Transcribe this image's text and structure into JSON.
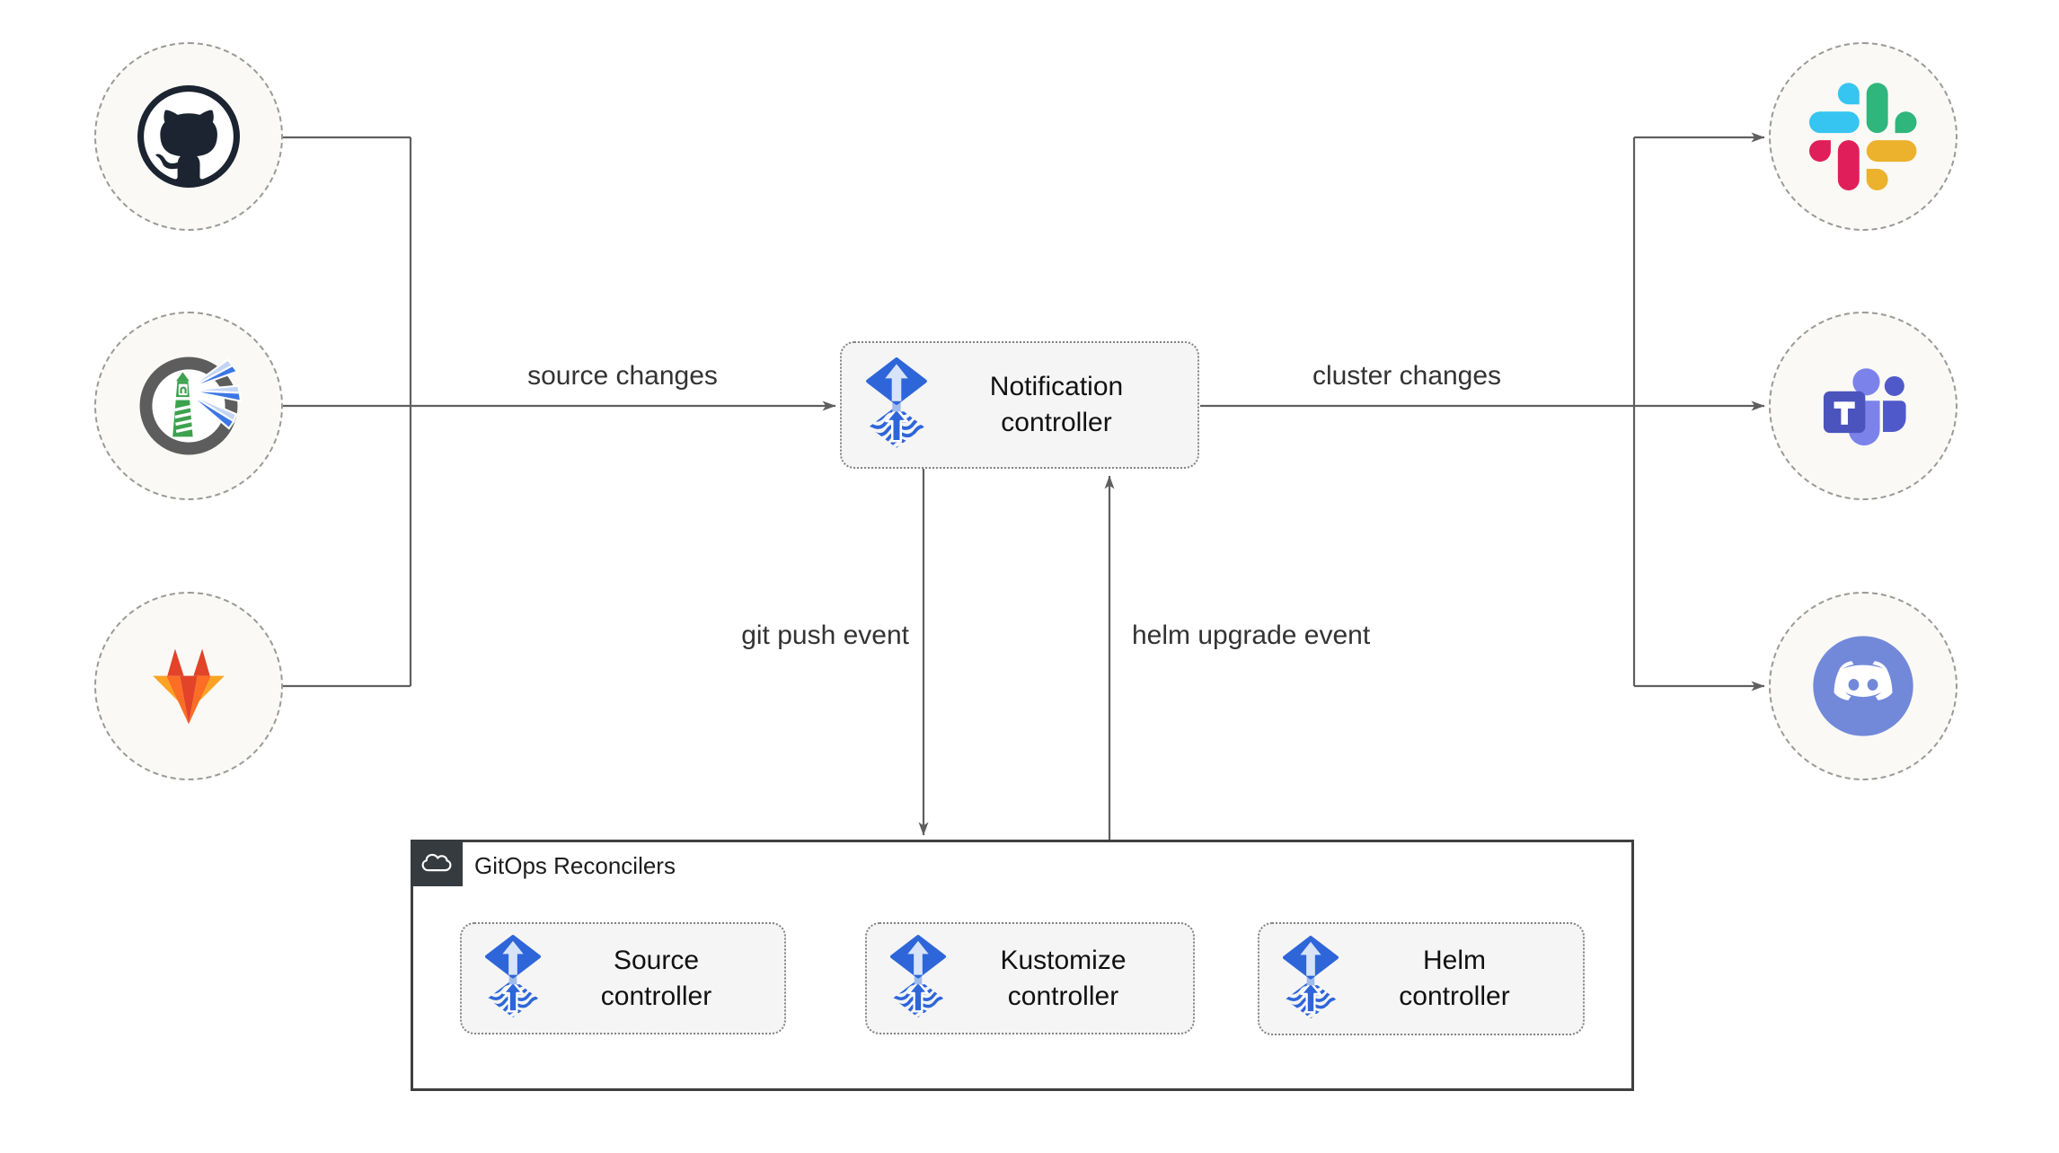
{
  "diagram_type": "flux-notification-architecture",
  "nodes": {
    "notification": {
      "label": "Notification controller",
      "icon": "flux-icon"
    },
    "source": {
      "label": "Source controller",
      "icon": "flux-icon"
    },
    "kustomize": {
      "label": "Kustomize controller",
      "icon": "flux-icon"
    },
    "helm": {
      "label": "Helm controller",
      "icon": "flux-icon"
    }
  },
  "group": {
    "title": "GitOps Reconcilers",
    "icon": "cloud-icon"
  },
  "edges": {
    "source_changes": "source changes",
    "cluster_changes": "cluster changes",
    "git_push": "git push event",
    "helm_upgrade": "helm upgrade event"
  },
  "icons": {
    "sources": [
      "github-icon",
      "harbor-icon",
      "gitlab-icon"
    ],
    "destinations": [
      "slack-icon",
      "teams-icon",
      "discord-icon"
    ]
  },
  "palette": {
    "flux_blue": "#2e66d9",
    "flux_arrow_light": "#d7e3f8",
    "wire_gray": "#5f5f5f",
    "box_fill": "#f5f5f5",
    "circle_fill": "#faf9f5",
    "circle_border": "#9a9a9a",
    "group_border": "#3f3f3f",
    "header_dark": "#363b3f",
    "github_dark": "#1b2430",
    "harbor_gray": "#5d5d5d",
    "harbor_green": "#3da24d",
    "harbor_beam_light": "#c3d5f6",
    "harbor_beam_blue": "#3c77e6",
    "gitlab_red": "#e24329",
    "gitlab_orange": "#fc6d26",
    "gitlab_yellow": "#fca326",
    "slack_blue": "#36c5f0",
    "slack_green": "#2eb67d",
    "slack_yellow": "#ecb22e",
    "slack_red": "#e01e5a",
    "teams_dark": "#4b53bc",
    "teams_mid": "#5059c9",
    "teams_light": "#7b83eb",
    "discord_blurple": "#7289da"
  }
}
